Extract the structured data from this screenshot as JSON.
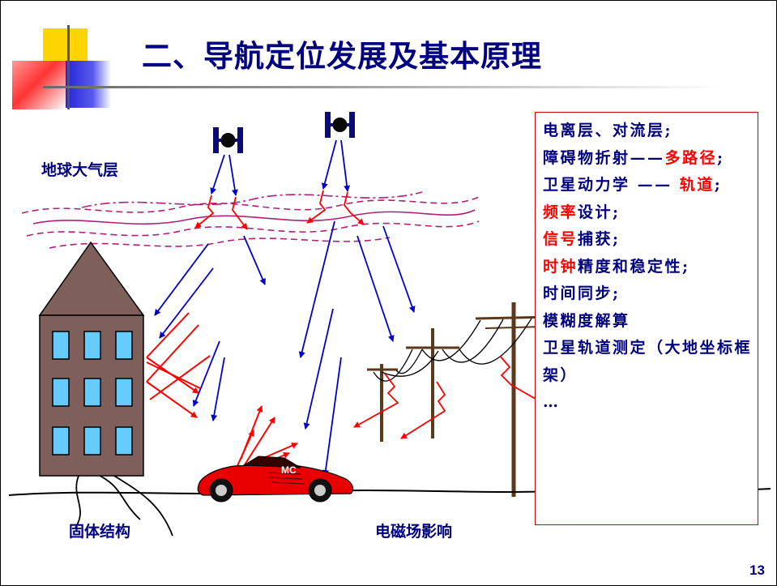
{
  "slide": {
    "title": "二、导航定位发展及基本原理",
    "page_number": "13"
  },
  "scene": {
    "atmosphere_label": "地球大气层",
    "structure_label": "固体结构",
    "em_label": "电磁场影响",
    "car_text": "MC"
  },
  "panel": {
    "items": [
      {
        "parts": [
          {
            "text": "电离层、对流层;",
            "red": false
          }
        ]
      },
      {
        "parts": [
          {
            "text": "障碍物折射——",
            "red": false
          },
          {
            "text": "多路径",
            "red": true
          },
          {
            "text": ";",
            "red": false
          }
        ]
      },
      {
        "parts": [
          {
            "text": "卫星动力学 —— ",
            "red": false
          },
          {
            "text": "轨道",
            "red": true
          },
          {
            "text": ";",
            "red": false
          }
        ]
      },
      {
        "parts": [
          {
            "text": "频率",
            "red": true
          },
          {
            "text": "设计;",
            "red": false
          }
        ]
      },
      {
        "parts": [
          {
            "text": "信号",
            "red": true
          },
          {
            "text": "捕获;",
            "red": false
          }
        ]
      },
      {
        "parts": [
          {
            "text": "时钟",
            "red": true
          },
          {
            "text": "精度和稳定性;",
            "red": false
          }
        ]
      },
      {
        "parts": [
          {
            "text": "时间同步;",
            "red": false
          }
        ]
      },
      {
        "parts": [
          {
            "text": "模糊度解算",
            "red": false
          }
        ]
      },
      {
        "parts": [
          {
            "text": "卫星轨道测定（大地坐标框架）",
            "red": false
          }
        ]
      },
      {
        "parts": [
          {
            "text": "…",
            "red": false
          }
        ]
      }
    ]
  },
  "colors": {
    "title": "#000080",
    "highlight": "#ff0000",
    "signal_blue": "#0000cc",
    "reflection_red": "#ff0000",
    "building": "#7f5f5a",
    "window": "#66ccff",
    "atmosphere": "#b0207a",
    "car": "#e80000"
  }
}
